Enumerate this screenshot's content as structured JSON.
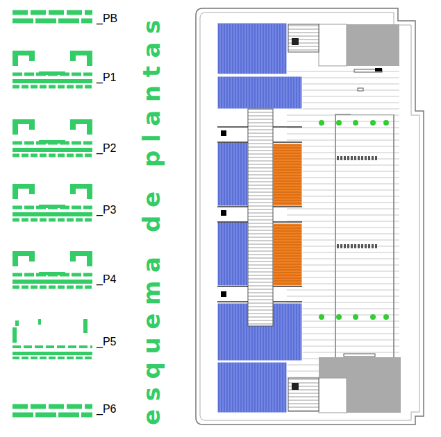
{
  "diagram": {
    "labels": [
      "_PB",
      "_P1",
      "_P2",
      "_P3",
      "_P4",
      "_P5",
      "_P6",
      "esquema de plantas"
    ]
  }
}
